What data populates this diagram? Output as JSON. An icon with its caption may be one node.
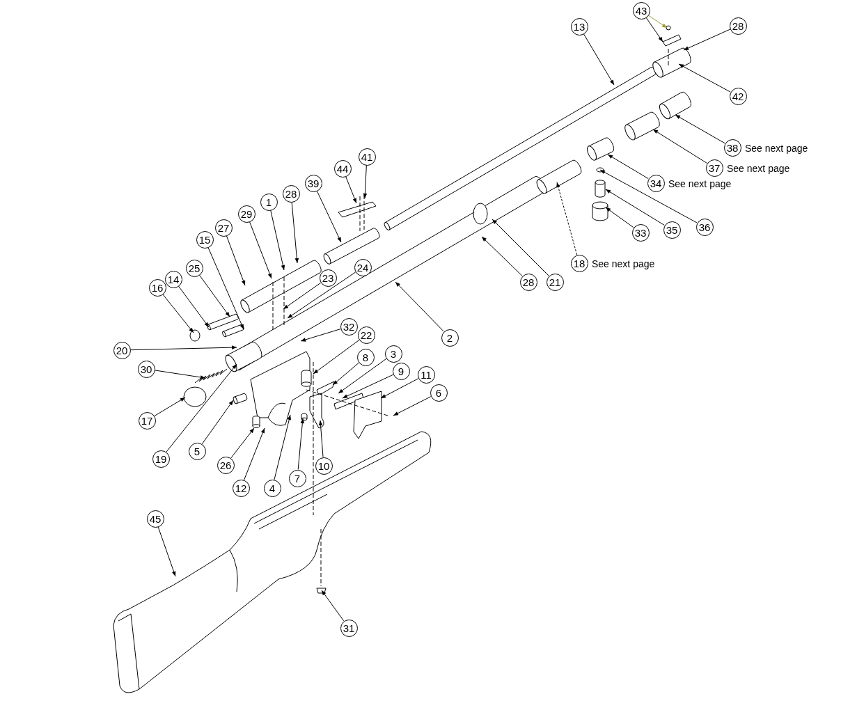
{
  "diagram": {
    "nodes": [
      {
        "text": [
          "43"
        ]
      },
      {
        "text": [
          "28"
        ]
      },
      {
        "text": [
          "13"
        ]
      },
      {
        "text": [
          "42"
        ]
      },
      {
        "text": [
          "38"
        ],
        "beside": [
          "See next page"
        ]
      },
      {
        "text": [
          "41"
        ]
      },
      {
        "text": [
          "37"
        ],
        "beside": [
          "See next page"
        ]
      },
      {
        "text": [
          "44"
        ]
      },
      {
        "text": [
          "39"
        ]
      },
      {
        "text": [
          "34"
        ],
        "beside": [
          "See next page"
        ]
      },
      {
        "text": [
          "28"
        ]
      },
      {
        "text": [
          "1"
        ]
      },
      {
        "text": [
          "29"
        ]
      },
      {
        "text": [
          "36"
        ]
      },
      {
        "text": [
          "27"
        ]
      },
      {
        "text": [
          "35"
        ]
      },
      {
        "text": [
          "33"
        ]
      },
      {
        "text": [
          "15"
        ]
      },
      {
        "text": [
          "18"
        ],
        "beside": [
          "See next page"
        ]
      },
      {
        "text": [
          "24"
        ]
      },
      {
        "text": [
          "25"
        ]
      },
      {
        "text": [
          "23"
        ]
      },
      {
        "text": [
          "14"
        ]
      },
      {
        "text": [
          "21"
        ]
      },
      {
        "text": [
          "28"
        ]
      },
      {
        "text": [
          "16"
        ]
      },
      {
        "text": [
          "32"
        ]
      },
      {
        "text": [
          "22"
        ]
      },
      {
        "text": [
          "2"
        ]
      },
      {
        "text": [
          "20"
        ]
      },
      {
        "text": [
          "3"
        ]
      },
      {
        "text": [
          "8"
        ]
      },
      {
        "text": [
          "30"
        ]
      },
      {
        "text": [
          "9"
        ]
      },
      {
        "text": [
          "11"
        ]
      },
      {
        "text": [
          "6"
        ]
      },
      {
        "text": [
          "17"
        ]
      },
      {
        "text": [
          "5"
        ]
      },
      {
        "text": [
          "19"
        ]
      },
      {
        "text": [
          "26"
        ]
      },
      {
        "text": [
          "10"
        ]
      },
      {
        "text": [
          "7"
        ]
      },
      {
        "text": [
          "12"
        ]
      },
      {
        "text": [
          "4"
        ]
      },
      {
        "text": [
          "45"
        ]
      },
      {
        "text": [
          "31"
        ]
      }
    ],
    "edges": [
      {
        "from": 0,
        "to": null,
        "arrow": "to",
        "color": "#9c9c30"
      },
      {
        "from": 0,
        "to": null,
        "arrow": "to"
      },
      {
        "from": 1,
        "to": null,
        "arrow": "to"
      },
      {
        "from": 2,
        "to": null,
        "arrow": "to"
      },
      {
        "from": 3,
        "to": null,
        "arrow": "to"
      },
      {
        "from": 4,
        "to": null,
        "arrow": "to"
      },
      {
        "from": 5,
        "to": null,
        "arrow": "to"
      },
      {
        "from": 6,
        "to": null,
        "arrow": "to"
      },
      {
        "from": 7,
        "to": null,
        "arrow": "to"
      },
      {
        "from": 8,
        "to": null,
        "arrow": "to"
      },
      {
        "from": 9,
        "to": null,
        "arrow": "to"
      },
      {
        "from": 10,
        "to": null,
        "arrow": "to"
      },
      {
        "from": 11,
        "to": null,
        "arrow": "to"
      },
      {
        "from": 12,
        "to": null,
        "arrow": "to"
      },
      {
        "from": 13,
        "to": null,
        "arrow": "to"
      },
      {
        "from": 14,
        "to": null,
        "arrow": "to"
      },
      {
        "from": 15,
        "to": null,
        "arrow": "to"
      },
      {
        "from": 16,
        "to": null,
        "arrow": "to"
      },
      {
        "from": 17,
        "to": null,
        "arrow": "to"
      },
      {
        "from": 18,
        "to": null,
        "arrow": "to",
        "style": "dashed"
      },
      {
        "from": 19,
        "to": null,
        "arrow": "to"
      },
      {
        "from": 20,
        "to": null,
        "arrow": "to"
      },
      {
        "from": 21,
        "to": null,
        "arrow": "to"
      },
      {
        "from": 22,
        "to": null,
        "arrow": "to"
      },
      {
        "from": 23,
        "to": null,
        "arrow": "to"
      },
      {
        "from": 24,
        "to": null,
        "arrow": "to"
      },
      {
        "from": 25,
        "to": null,
        "arrow": "to"
      },
      {
        "from": 26,
        "to": null,
        "arrow": "to"
      },
      {
        "from": 27,
        "to": null,
        "arrow": "to"
      },
      {
        "from": 28,
        "to": null,
        "arrow": "to"
      },
      {
        "from": 29,
        "to": null,
        "arrow": "to"
      },
      {
        "from": 30,
        "to": null,
        "arrow": "to"
      },
      {
        "from": 31,
        "to": null,
        "arrow": "to"
      },
      {
        "from": 32,
        "to": null,
        "arrow": "to"
      },
      {
        "from": 33,
        "to": null,
        "arrow": "to"
      },
      {
        "from": 34,
        "to": null,
        "arrow": "to"
      },
      {
        "from": 35,
        "to": null,
        "arrow": "to"
      },
      {
        "from": 36,
        "to": null,
        "arrow": "to"
      },
      {
        "from": 37,
        "to": null,
        "arrow": "to"
      },
      {
        "from": 38,
        "to": null,
        "arrow": "to"
      },
      {
        "from": 39,
        "to": null,
        "arrow": "to"
      },
      {
        "from": 40,
        "to": null,
        "arrow": "to"
      },
      {
        "from": 41,
        "to": null,
        "arrow": "to"
      },
      {
        "from": 42,
        "to": null,
        "arrow": "to"
      },
      {
        "from": 43,
        "to": null,
        "arrow": "to"
      },
      {
        "from": 44,
        "to": null,
        "arrow": "to"
      },
      {
        "from": 45,
        "to": null,
        "arrow": "to"
      }
    ]
  }
}
